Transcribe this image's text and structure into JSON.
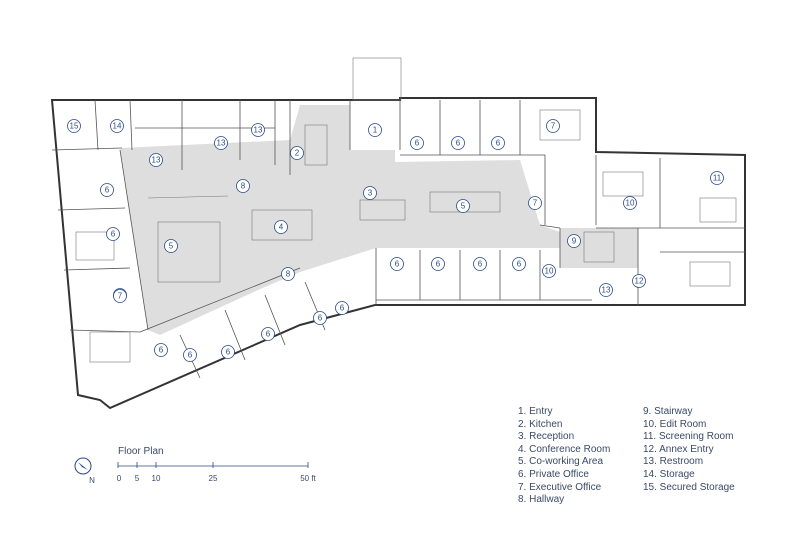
{
  "title": "Floor Plan",
  "north_label": "N",
  "scale": {
    "ticks": [
      "0",
      "5",
      "10",
      "25",
      "50 ft"
    ]
  },
  "legend": [
    "1.  Entry",
    "2.  Kitchen",
    "3.  Reception",
    "4.  Conference Room",
    "5.  Co-working Area",
    "6.  Private Office",
    "7.  Executive Office",
    "8.  Hallway",
    "9.  Stairway",
    "10. Edit Room",
    "11. Screening Room",
    "12. Annex Entry",
    "13. Restroom",
    "14. Storage",
    "15. Secured Storage"
  ],
  "room_tags": [
    "15",
    "14",
    "13",
    "13",
    "13",
    "2",
    "1",
    "6",
    "6",
    "6",
    "7",
    "6",
    "8",
    "3",
    "5",
    "7",
    "10",
    "11",
    "6",
    "5",
    "4",
    "6",
    "8",
    "9",
    "6",
    "6",
    "6",
    "6",
    "10",
    "12",
    "13",
    "6",
    "6",
    "6",
    "6",
    "6",
    "7",
    "6"
  ],
  "colors": {
    "tag_blue": "#2b4a86",
    "floor_gray": "#dedede",
    "wall": "#333333"
  }
}
